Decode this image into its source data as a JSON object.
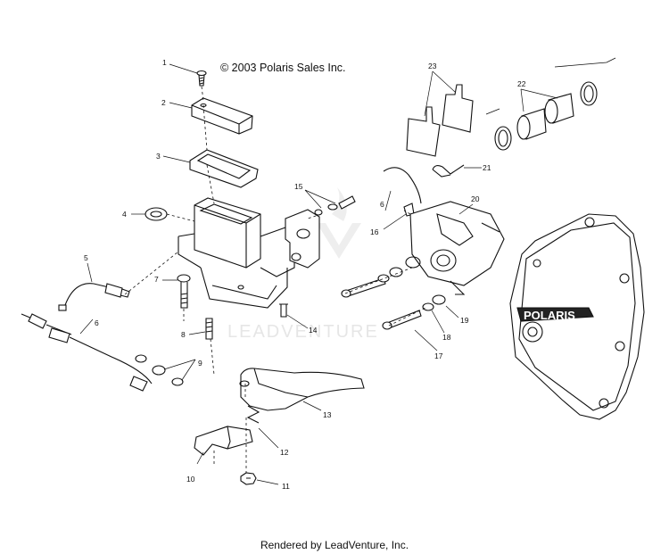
{
  "copyright": "© 2003 Polaris Sales Inc.",
  "footer": "Rendered by LeadVenture, Inc.",
  "watermark": "LEADVENTURE",
  "cover_logo": "POLARIS",
  "callouts": [
    "1",
    "2",
    "3",
    "4",
    "5",
    "6",
    "6",
    "7",
    "8",
    "9",
    "10",
    "11",
    "12",
    "13",
    "14",
    "15",
    "16",
    "17",
    "18",
    "19",
    "20",
    "21",
    "22",
    "23"
  ],
  "colors": {
    "line": "#111111",
    "watermark": "#e6e6e6"
  }
}
